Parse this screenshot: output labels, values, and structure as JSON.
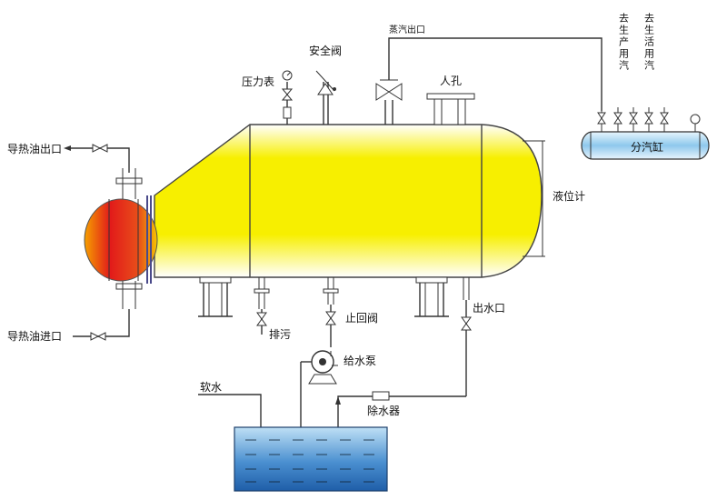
{
  "labels": {
    "oil_outlet": "导热油出口",
    "oil_inlet": "导热油进口",
    "pressure_gauge": "压力表",
    "safety_valve": "安全阀",
    "steam_outlet": "蒸汽出口",
    "manhole": "人孔",
    "production_steam": "去生产用汽",
    "domestic_steam": "去生活用汽",
    "steam_header": "分汽缸",
    "level_gauge": "液位计",
    "drain": "排污",
    "check_valve": "止回阀",
    "water_outlet": "出水口",
    "feed_pump": "给水泵",
    "soft_water": "软水",
    "deaerator": "除水器"
  },
  "colors": {
    "vessel_yellow": "#f7ef00",
    "heater_red": "#e21a1a",
    "heater_orange": "#f6a000",
    "header_blue": "#8ec8ec",
    "tank_blue": "#4a8fd0",
    "tank_light": "#bfe0f5",
    "line": "#333333"
  }
}
